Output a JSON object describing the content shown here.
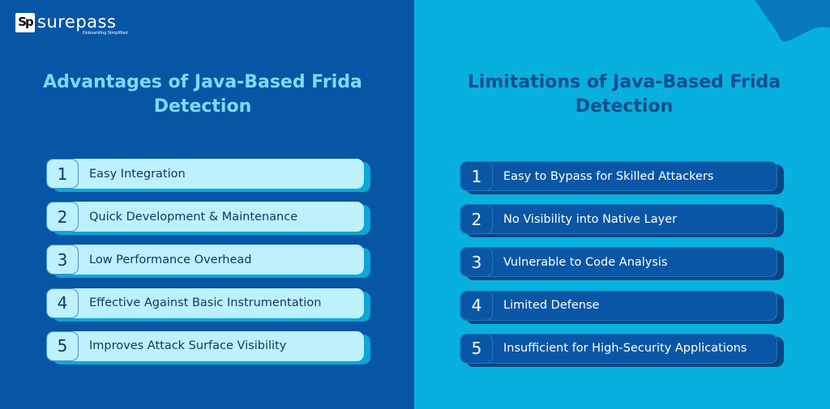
{
  "brand": {
    "mark": "Sp",
    "name": "surepass",
    "tagline": "Onboarding Simplified"
  },
  "colors": {
    "left_bg": "#0656a5",
    "right_bg": "#08b0de",
    "accent_blob": "#0879bd",
    "left_title": "#7fd9f9",
    "right_title": "#0d4d8e"
  },
  "advantages": {
    "title": "Advantages of Java-Based Frida Detection",
    "items": [
      {
        "num": "1",
        "label": "Easy Integration"
      },
      {
        "num": "2",
        "label": "Quick Development & Maintenance"
      },
      {
        "num": "3",
        "label": "Low Performance Overhead"
      },
      {
        "num": "4",
        "label": "Effective Against Basic Instrumentation"
      },
      {
        "num": "5",
        "label": "Improves Attack Surface Visibility"
      }
    ]
  },
  "limitations": {
    "title": "Limitations of Java-Based Frida Detection",
    "items": [
      {
        "num": "1",
        "label": "Easy to Bypass for Skilled Attackers"
      },
      {
        "num": "2",
        "label": "No Visibility into Native Layer"
      },
      {
        "num": "3",
        "label": "Vulnerable to Code Analysis"
      },
      {
        "num": "4",
        "label": "Limited Defense"
      },
      {
        "num": "5",
        "label": "Insufficient for High-Security Applications"
      }
    ]
  }
}
